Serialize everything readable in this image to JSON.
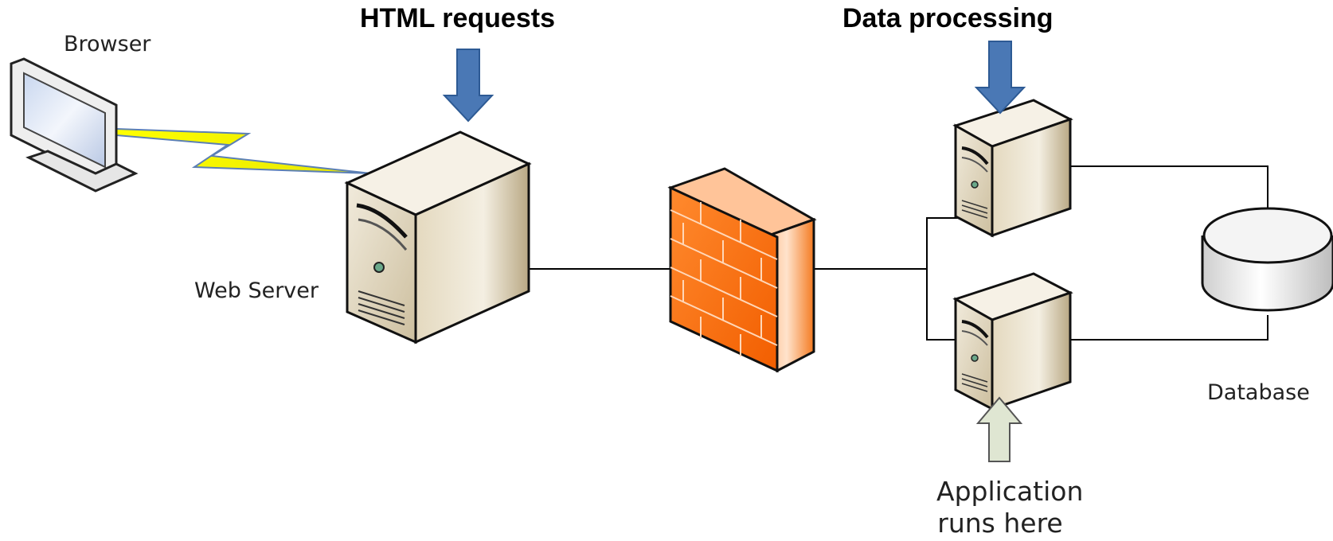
{
  "labels": {
    "html_requests": "HTML requests",
    "data_processing": "Data processing",
    "browser": "Browser",
    "web_server": "Web Server",
    "database": "Database",
    "application_line1": "Application",
    "application_line2": "runs here"
  },
  "colors": {
    "server_body": "#ded2b6",
    "server_side": "#bfae8c",
    "firewall": "#ff7a1f",
    "down_arrow": "#4a78b5",
    "up_arrow": "#dfe6d2",
    "lightning": "#ffff00",
    "database": "#e6e6e6",
    "line": "#000000"
  },
  "icons": [
    "monitor-icon",
    "lightning-icon",
    "server-icon",
    "firewall-icon",
    "database-icon",
    "down-arrow-icon",
    "up-arrow-icon"
  ]
}
